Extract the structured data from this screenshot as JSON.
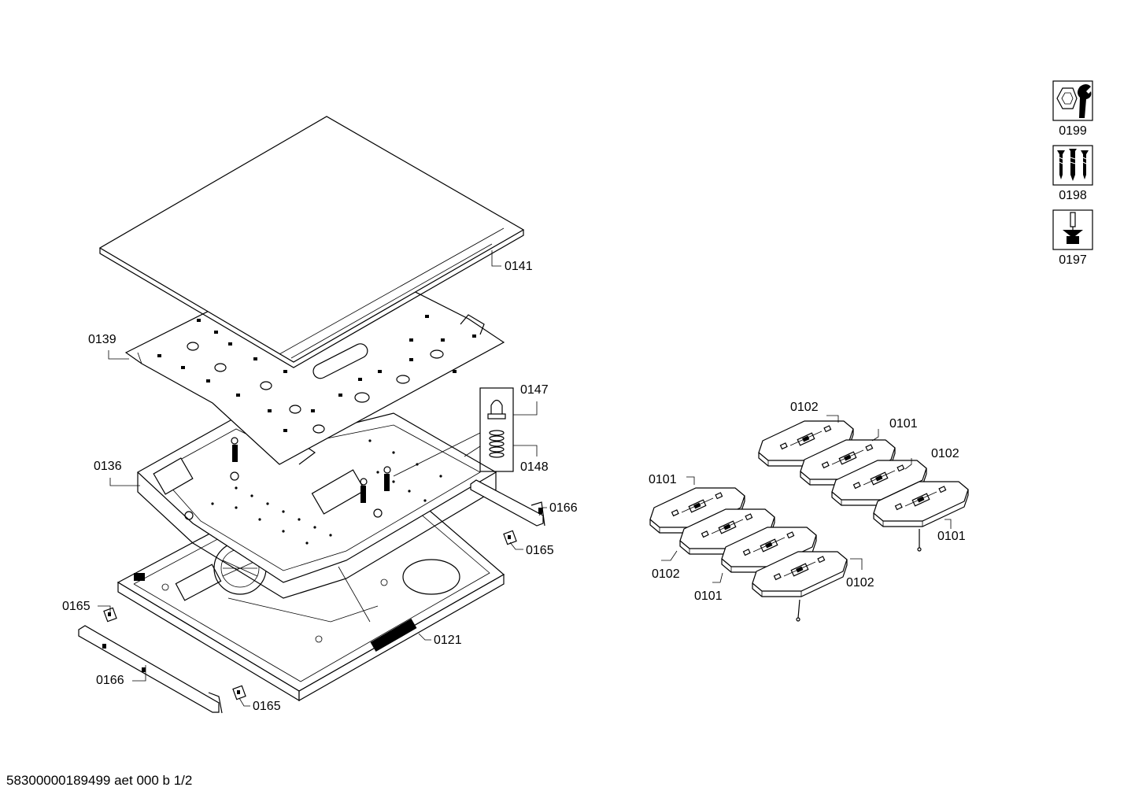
{
  "footer": "58300000189499 aet 000 b 1/2",
  "legend": [
    {
      "id": "0199",
      "icon": "nut-wrench-icon"
    },
    {
      "id": "0198",
      "icon": "screws-icon"
    },
    {
      "id": "0197",
      "icon": "grease-icon"
    }
  ],
  "labels": {
    "l0141": "0141",
    "l0139": "0139",
    "l0147": "0147",
    "l0148": "0148",
    "l0136": "0136",
    "l0166a": "0166",
    "l0165a": "0165",
    "l0165b": "0165",
    "l0121": "0121",
    "l0166b": "0166",
    "l0165c": "0165",
    "c0102a": "0102",
    "c0101a": "0101",
    "c0102b": "0102",
    "c0101b": "0101",
    "c0101c": "0101",
    "c0102c": "0102",
    "c0101d": "0101",
    "c0102d": "0102"
  }
}
